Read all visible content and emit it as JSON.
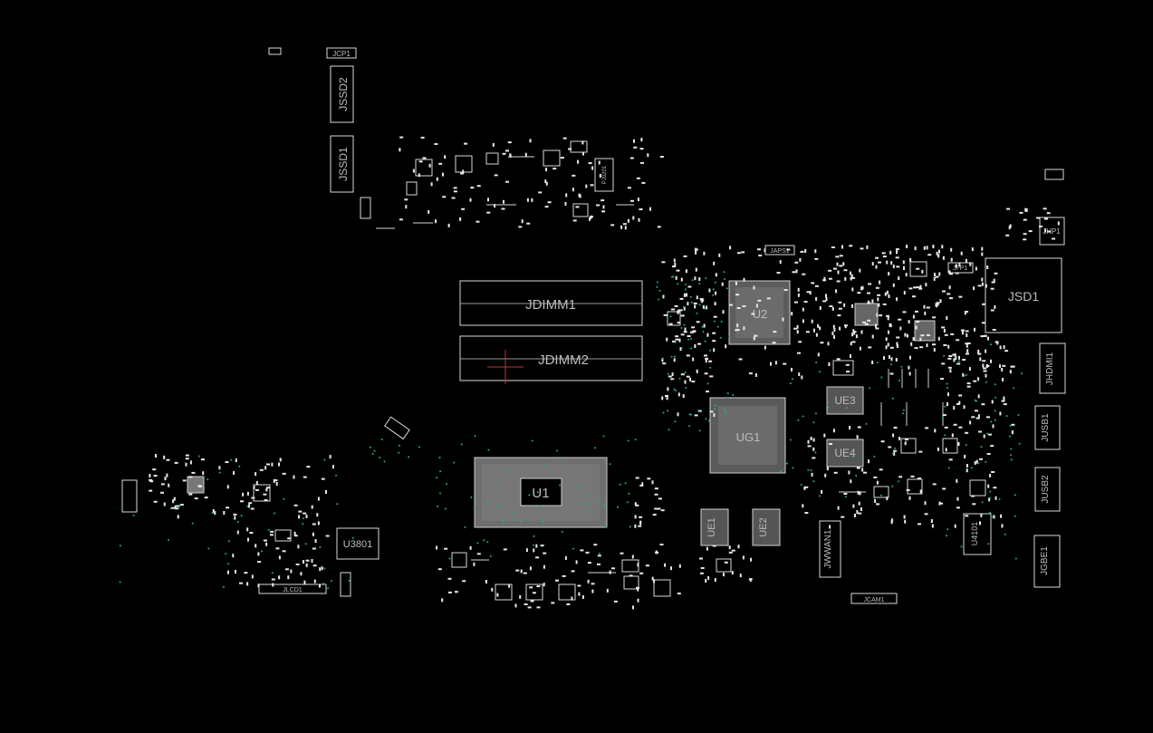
{
  "components": {
    "jcp1": "JCP1",
    "jssd2": "JSSD2",
    "jssd1": "JSSD1",
    "jdimm1": "JDIMM1",
    "jdimm2": "JDIMM2",
    "u1": "U1",
    "u2": "U2",
    "ug1": "UG1",
    "ue3": "UE3",
    "ue4": "UE4",
    "ue1": "UE1",
    "ue2": "UE2",
    "jsd1": "JSD1",
    "jhp1": "JHP1",
    "jhdmi1": "JHDMI1",
    "jusb1": "JUSB1",
    "jusb2": "JUSB2",
    "jgbe1": "JGBE1",
    "u4101": "U4101",
    "jwwan1": "JWWAN1",
    "jcam1": "JCAM1",
    "u3801": "U3801",
    "jlcd1": "JLCD1",
    "japs1": "JAPS1",
    "jfp1": "JFP1",
    "pj0201": "PJ0201"
  },
  "colors": {
    "background": "#000000",
    "outline": "#d9d9d9",
    "via": "#2aa6a6",
    "cursor": "#b33a3a"
  }
}
